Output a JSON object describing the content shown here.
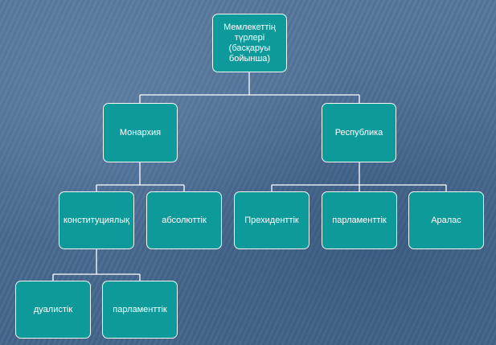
{
  "diagram": {
    "root": {
      "label": "Мемлекеттің түрлері (басқаруы бойынша)"
    },
    "monarchy": {
      "label": "Монархия"
    },
    "republic": {
      "label": "Республика"
    },
    "constitutional": {
      "label": "конституциялық"
    },
    "absolute": {
      "label": "абсолюттік"
    },
    "presidential": {
      "label": "Прехиденттік"
    },
    "parliamentary_republic": {
      "label": "парламенттік"
    },
    "mixed": {
      "label": "Аралас"
    },
    "dualistic": {
      "label": "дуалистік"
    },
    "parliamentary_monarchy": {
      "label": "парламенттік"
    }
  },
  "colors": {
    "background": "#4a6b92",
    "node_fill": "#0e9a9a",
    "node_border": "#f2f7f7",
    "connector": "#ffffff",
    "text": "#ffffff"
  }
}
